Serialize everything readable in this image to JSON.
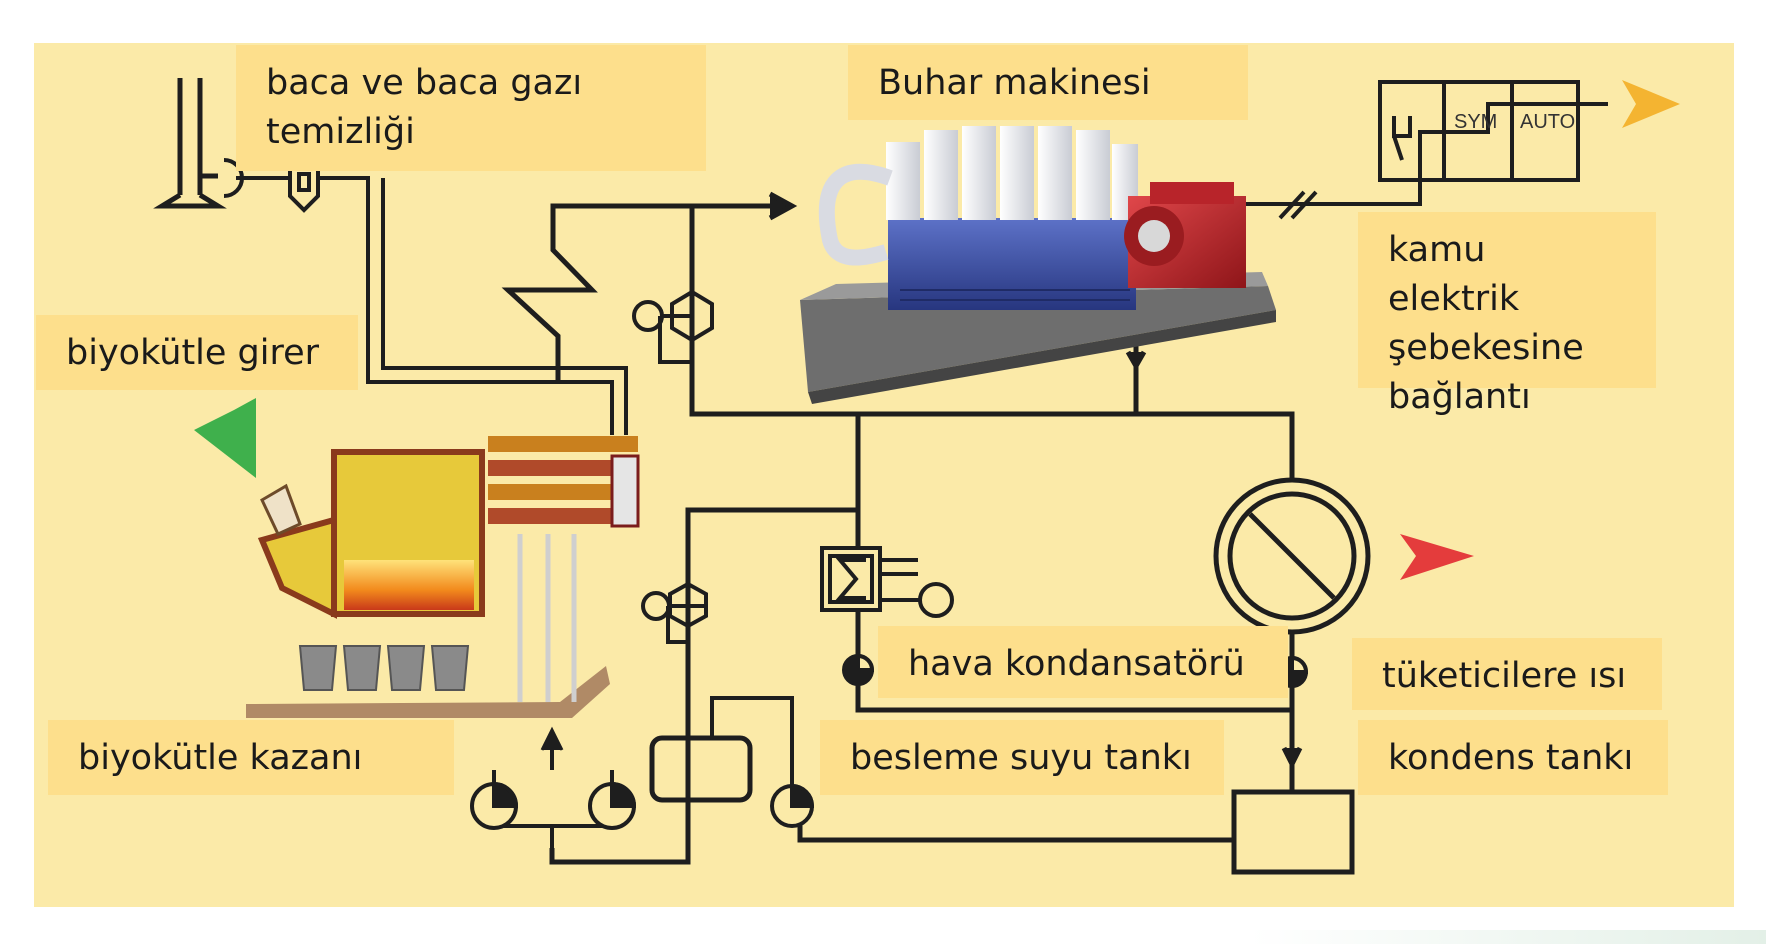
{
  "labels": {
    "flue": "baca ve baca gazı\ntemizliği",
    "steam_engine": "Buhar makinesi",
    "biomass_in": "biyokütle girer",
    "grid": "kamu elektrik\nşebekesine\nbağlantı",
    "air_condenser": "hava kondansatörü",
    "heat_consumers": "tüketicilere ısı",
    "boiler": "biyokütle kazanı",
    "feedwater_tank": "besleme suyu tankı",
    "condensate_tank": "kondens tankı"
  },
  "switchbox": {
    "sym": "SYM",
    "auto": "AUTO"
  },
  "colors": {
    "background": "#fbeaa8",
    "label_box": "#fddf8c",
    "line": "#1e1e1e",
    "arrow_green": "#3fb04c",
    "arrow_red": "#e43c3c",
    "arrow_orange": "#f4b431",
    "engine_blue": "#3a4fa8",
    "generator_red": "#c8272c"
  },
  "icons": [
    "chimney-icon",
    "valve-icon",
    "pump-icon",
    "heat-exchanger-icon",
    "switch-cabinet-icon",
    "turbine-symbol-icon",
    "steam-engine-illustration",
    "biomass-boiler-illustration"
  ]
}
